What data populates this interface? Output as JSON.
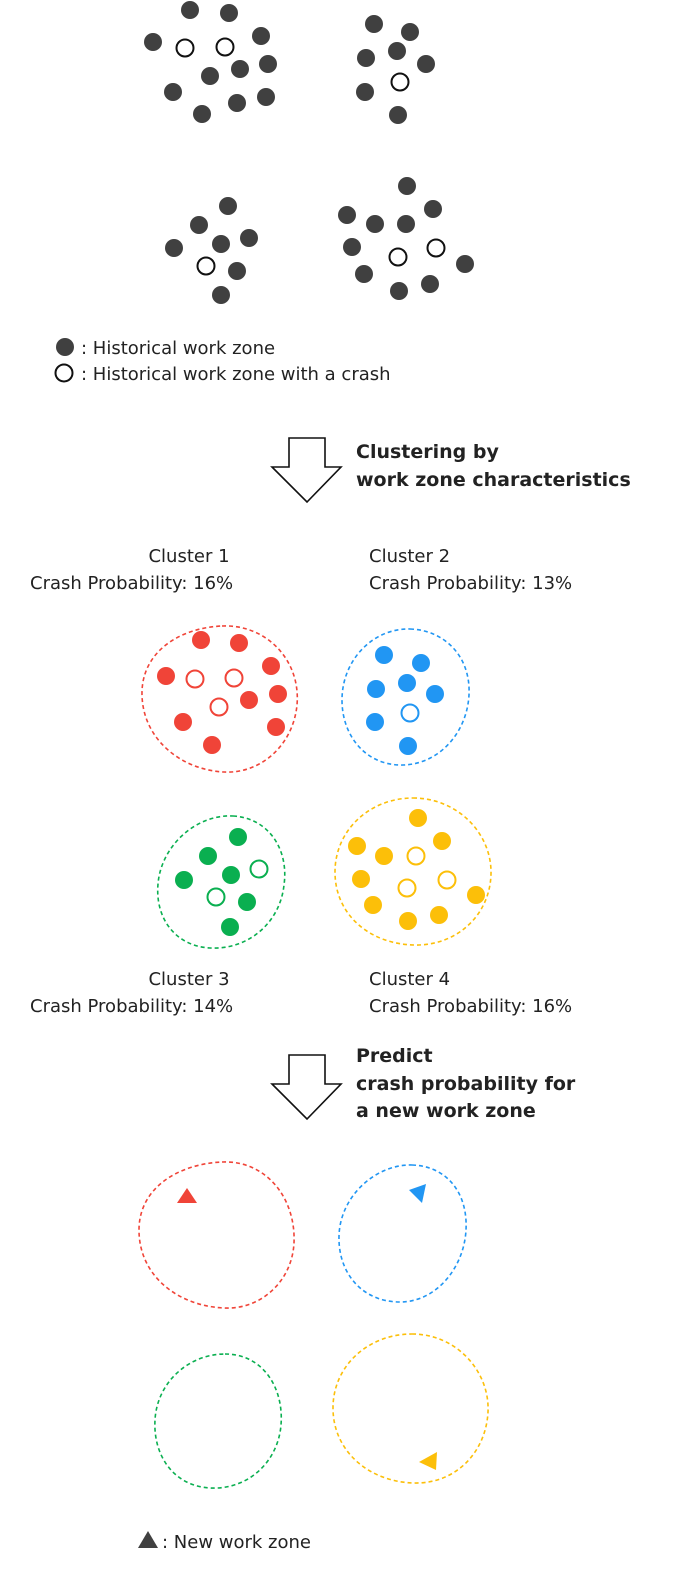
{
  "colors": {
    "point": "#404040",
    "cluster1": "#f04438",
    "cluster2": "#2196f3",
    "cluster3": "#0aaf50",
    "cluster4": "#fcbf09"
  },
  "legend": {
    "filled": ": Historical work zone",
    "hollow": ": Historical work zone with a crash",
    "triangle": ": New work zone"
  },
  "steps": {
    "clustering": [
      "Clustering by",
      "work zone characteristics"
    ],
    "predict": [
      "Predict",
      "crash probability  for",
      "a new work zone"
    ]
  },
  "clusters": [
    {
      "name": "Cluster 1",
      "probability": "Crash Probability: 16%"
    },
    {
      "name": "Cluster 2",
      "probability": "Crash Probability: 13%"
    },
    {
      "name": "Cluster 3",
      "probability": "Crash Probability: 14%"
    },
    {
      "name": "Cluster 4",
      "probability": "Crash Probability: 16%"
    }
  ]
}
